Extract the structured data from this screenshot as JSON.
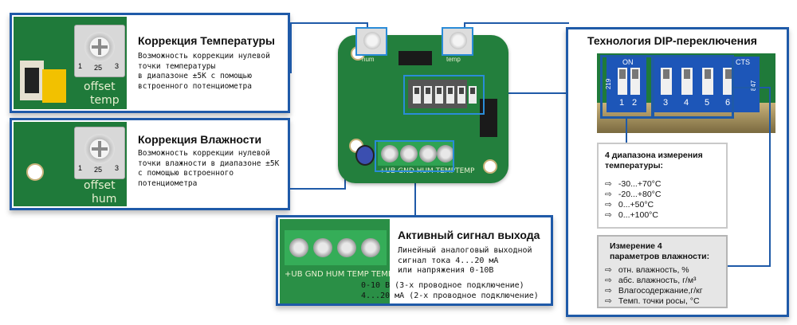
{
  "colors": {
    "border": "#1f5aa8",
    "highlight": "#2a8cd8",
    "pcb": "#1f7a3a"
  },
  "temp_panel": {
    "title": "Коррекция Температуры",
    "desc_lines": [
      "Возможность коррекции нулевой",
      "точки температуры",
      "в диапазоне ±5K с помощью",
      "встроенного потенциометра"
    ],
    "pot_label_left": "1",
    "pot_label_mid": "25",
    "pot_label_right": "3",
    "silk_1": "offset",
    "silk_2": "temp"
  },
  "hum_panel": {
    "title": "Коррекция Влажности",
    "desc_lines": [
      "Возможность коррекции нулевой",
      "точки влажности в диапазоне ±5K",
      "с помощью встроенного",
      "потенциометра"
    ],
    "pot_label_left": "1",
    "pot_label_mid": "25",
    "pot_label_right": "3",
    "silk_1": "offset",
    "silk_2": "hum"
  },
  "output_panel": {
    "title": "Активный сигнал выхода",
    "desc_lines": [
      "Линейный аналоговый выходной",
      "сигнал тока 4...20 мА",
      "или напряжения 0-10В"
    ],
    "wiring_lines": [
      "0-10 В (3-х проводное подключение)",
      "4...20 мА (2-х проводное подключение)"
    ],
    "terminal_labels": [
      "+UB",
      "GND",
      "HUM",
      "TEMP",
      "TEMP"
    ]
  },
  "board": {
    "pot_labels": [
      "hum",
      "temp"
    ],
    "terminal_labels": [
      "+UB",
      "GND",
      "HUM",
      "TEMP",
      "TEMP"
    ]
  },
  "dip_panel": {
    "title": "Технология DIP-переключения",
    "left_block": {
      "on_label": "ON",
      "numbers": [
        "1",
        "2"
      ],
      "side_label": "219"
    },
    "right_block": {
      "cts_label": "CTS",
      "numbers": [
        "3",
        "4",
        "5",
        "6"
      ],
      "side_label": "847"
    },
    "temp_box": {
      "title_lines": [
        "4 диапазона измерения",
        "температуры:"
      ],
      "ranges": [
        "-30...+70°C",
        "-20...+80°C",
        "0...+50°C",
        "0...+100°C"
      ]
    },
    "hum_box": {
      "title_lines": [
        "Измерение 4",
        "параметров влажности:"
      ],
      "params": [
        "отн. влажность, %",
        "абс. влажность, г/м³",
        "Влагосодержание,г/кг",
        "Темп. точки росы, °C"
      ]
    }
  },
  "icons": {
    "bullet": "arrow-right-icon"
  }
}
